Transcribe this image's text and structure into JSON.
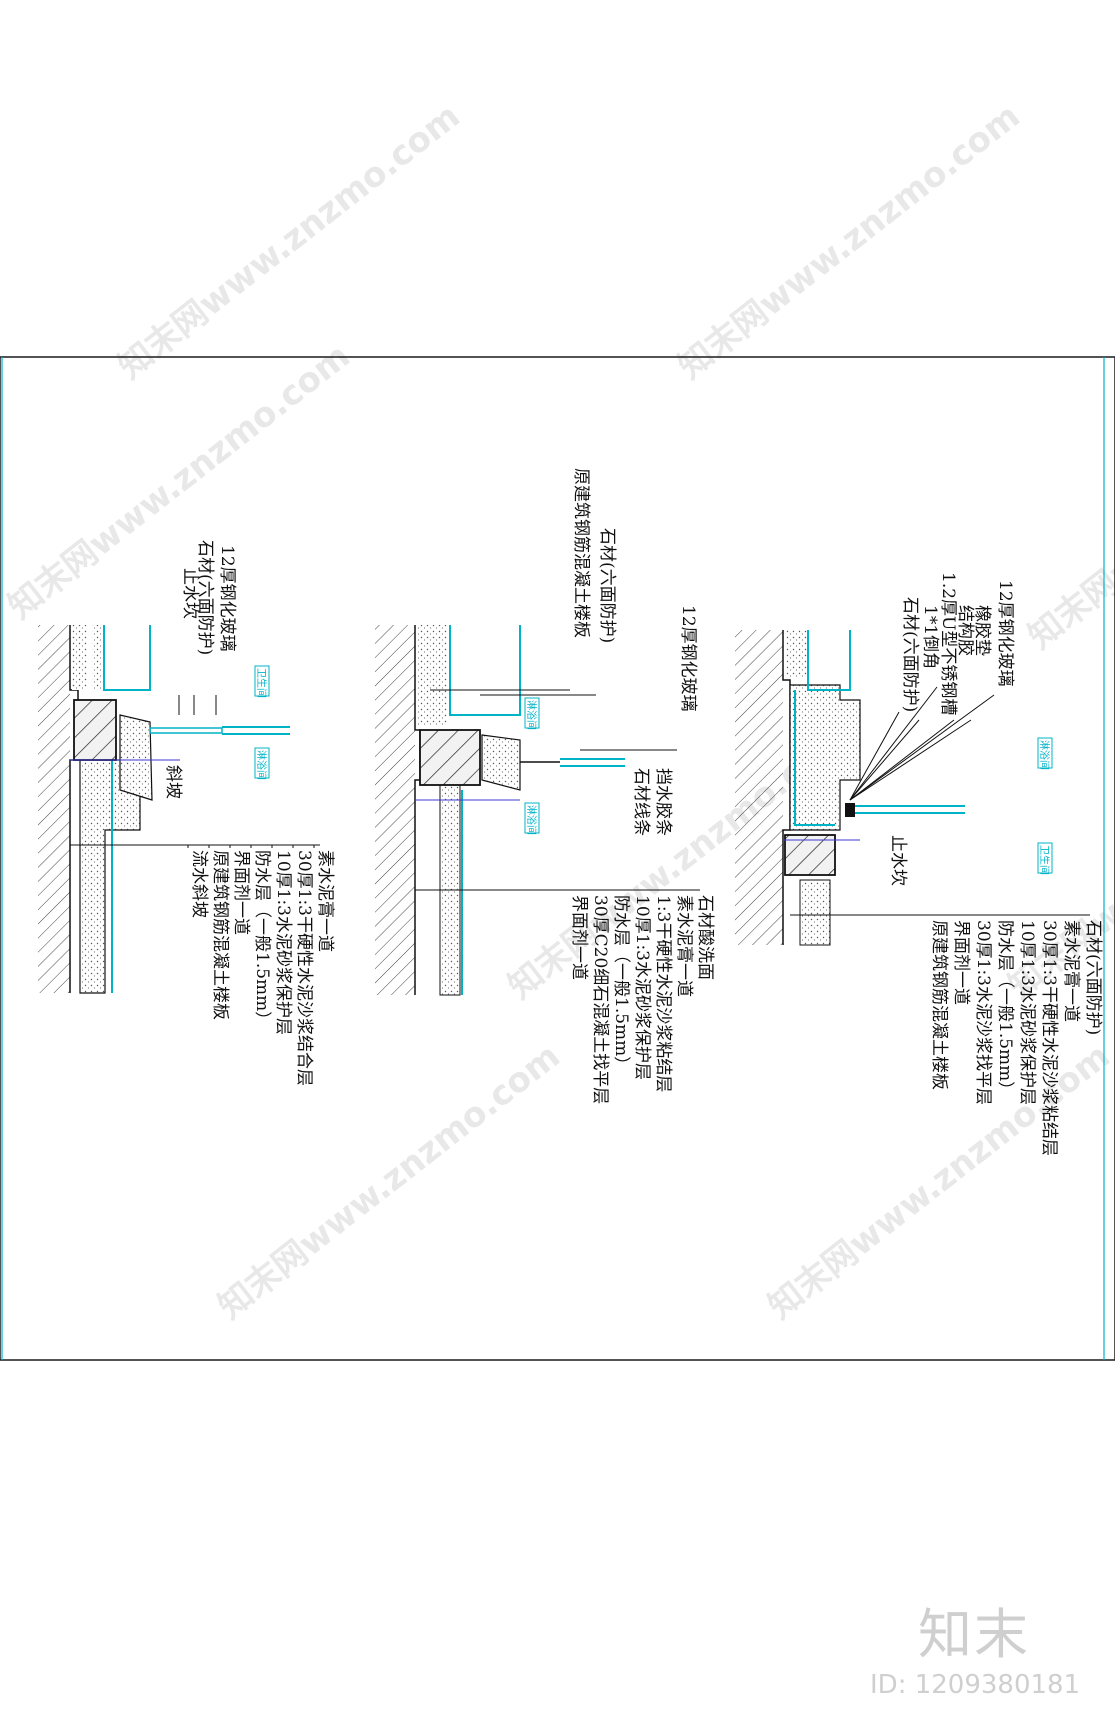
{
  "watermark": {
    "site_text": "知末网www.znzmo.com",
    "brand": "知末",
    "id_text": "ID: 1209380181"
  },
  "details": [
    {
      "tags": [
        "卫生间",
        "淋浴间"
      ],
      "top_labels": [
        "12厚钢化玻璃",
        "石材(六面防护)",
        "止水坎"
      ],
      "side_labels": [
        "斜坡"
      ],
      "layers": [
        "素水泥膏一道",
        "30厚1:3干硬性水泥沙浆结合层",
        "10厚1:3水泥砂浆保护层",
        "防水层（一般1.5mm）",
        "界面剂一道",
        "原建筑钢筋混凝土楼板",
        "流水斜坡"
      ]
    },
    {
      "tags": [
        "淋浴间",
        "淋浴间"
      ],
      "top_labels": [
        "原建筑钢筋混凝土楼板",
        "石材(六面防护)",
        "12厚钢化玻璃"
      ],
      "side_labels": [
        "挡水胶条",
        "石材线条"
      ],
      "layers": [
        "石材酸洗面",
        "素水泥膏一道",
        "1:3干硬性水泥沙浆粘结层",
        "10厚1:3水泥砂浆保护层",
        "防水层（一般1.5mm）",
        "30厚C20细石混凝土找平层",
        "界面剂一道"
      ]
    },
    {
      "tags": [
        "淋浴间",
        "卫生间"
      ],
      "top_labels": [
        "12厚钢化玻璃",
        "橡胶垫",
        "结构胶",
        "1.2厚U型不锈钢槽",
        "1*1倒角",
        "石材(六面防护)"
      ],
      "side_labels": [
        "止水坎"
      ],
      "layers": [
        "石材(六面防护)",
        "素水泥膏一道",
        "30厚1:3干硬性水泥沙浆粘结层",
        "10厚1:3水泥砂浆保护层",
        "防水层（一般1.5mm）",
        "30厚1:3水泥沙浆找平层",
        "界面剂一道",
        "原建筑钢筋混凝土楼板"
      ]
    }
  ],
  "colors": {
    "frame": "#1a1a1a",
    "cad_cyan": "#00b4c8",
    "cad_blue": "#3a3ad0",
    "ink": "#111111",
    "watermark": "#e6e6e6"
  }
}
